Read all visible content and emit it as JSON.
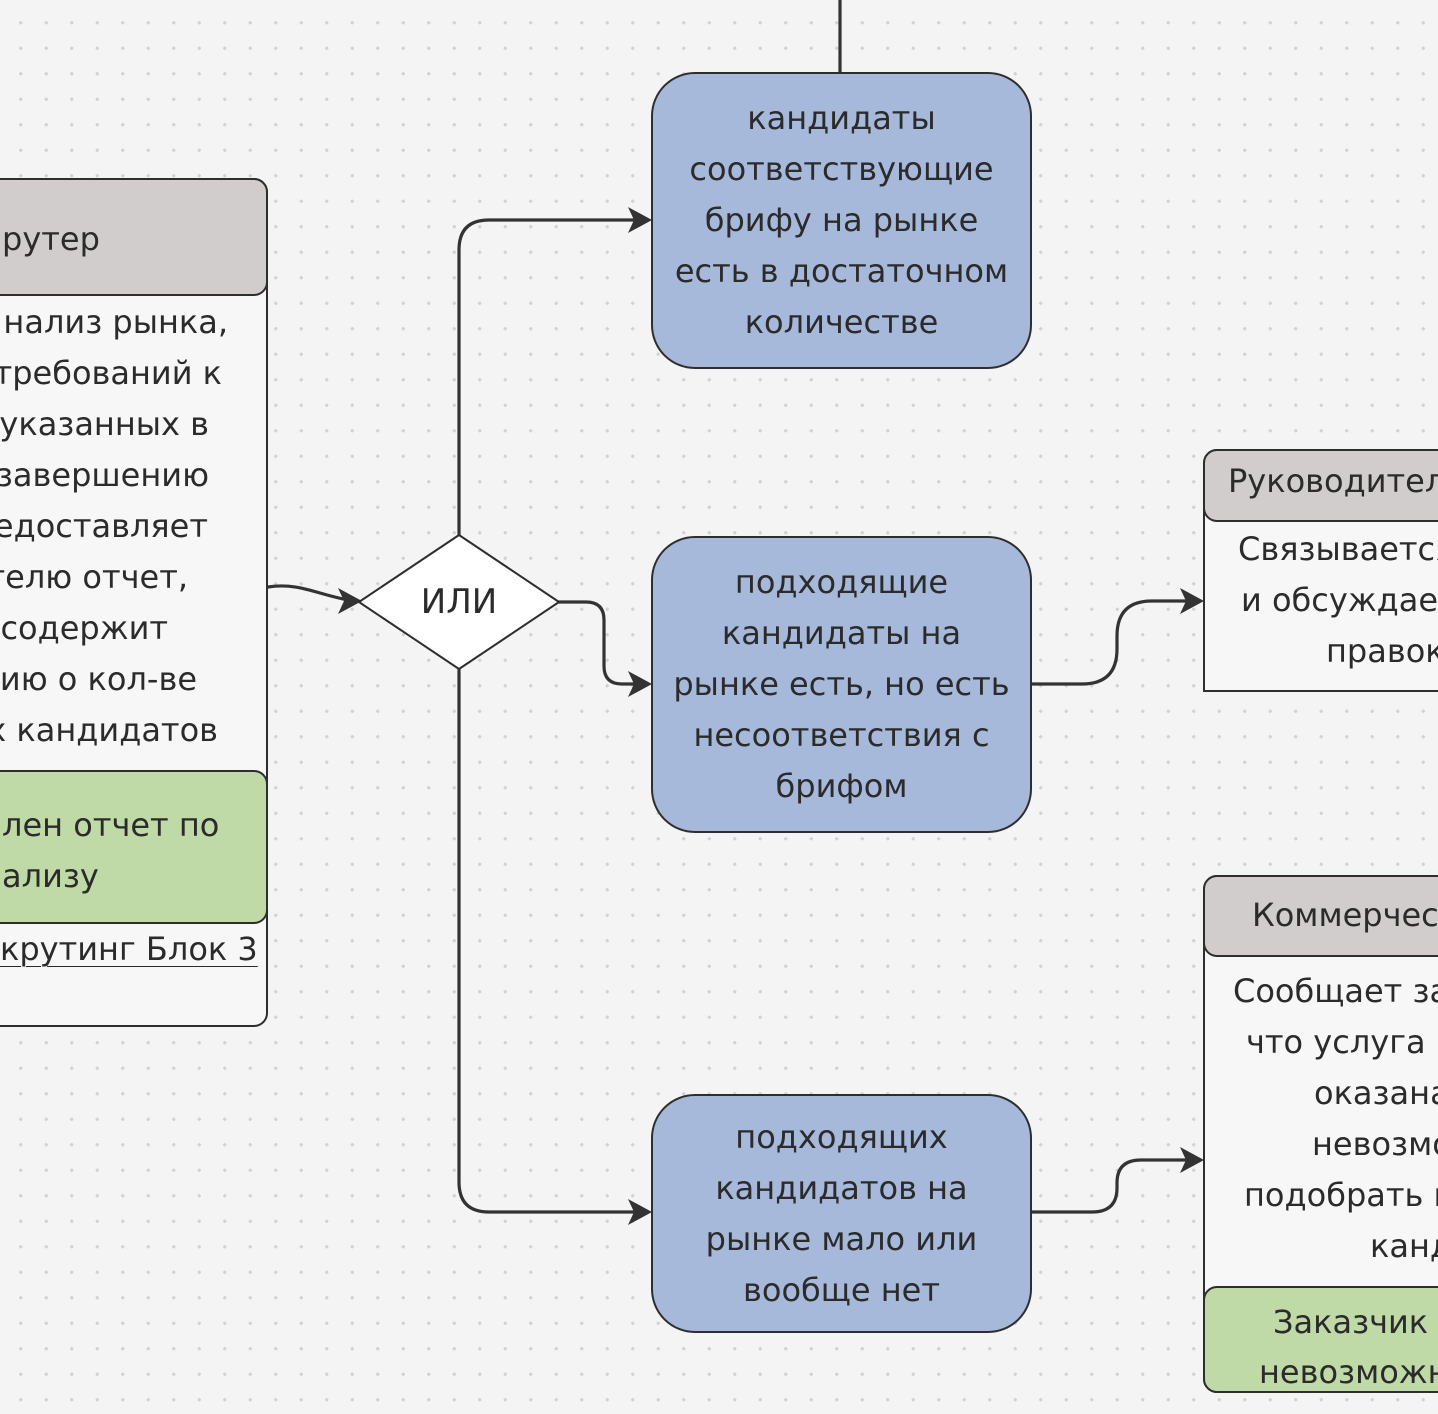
{
  "colors": {
    "background": "#f4f4f4",
    "card_header": "#d0cdcc",
    "card_body": "#f7f7f7",
    "result_green": "#bfdaa7",
    "decision_blue": "#a6b9da",
    "stroke": "#2e2e2e"
  },
  "left_card": {
    "header": "рутер",
    "body_lines": [
      "нализ рынка,",
      "требований к",
      "указанных в",
      "завершению",
      "редоставляет",
      "телю отчет,",
      "содержит",
      "цию о кол-ве",
      "х кандидатов"
    ],
    "result_lines": [
      "лен отчет по",
      "ализу"
    ],
    "link": "крутинг Блок 3"
  },
  "decision": {
    "label": "ИЛИ"
  },
  "outcomes": [
    {
      "lines": [
        "кандидаты",
        "соответствующие",
        "брифу на рынке",
        "есть в достаточном",
        "количестве"
      ]
    },
    {
      "lines": [
        "подходящие",
        "кандидаты на",
        "рынке есть, но есть",
        "несоответствия с",
        "брифом"
      ]
    },
    {
      "lines": [
        "подходящих",
        "кандидатов на",
        "рынке мало или",
        "вообще нет"
      ]
    }
  ],
  "right_card_top": {
    "header": "Руководител",
    "body_lines": [
      "Связывается",
      "и обсуждает",
      "правок"
    ]
  },
  "right_card_bottom": {
    "header": "Коммерчес",
    "body_lines": [
      "Сообщает за",
      "что услуга н",
      "оказана",
      "невозмо",
      "подобрать н",
      "канд"
    ],
    "result_lines": [
      "Заказчик у",
      "невозможн"
    ]
  }
}
